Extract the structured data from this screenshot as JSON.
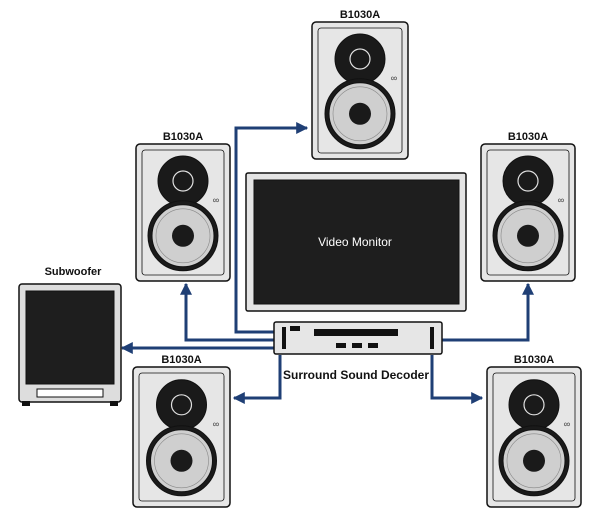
{
  "colors": {
    "cable": "#1f3f75",
    "outline": "#111111",
    "body_fill": "#e2e2e2",
    "screen": "#1e1e1e",
    "cone": "#c8c8c8"
  },
  "speakers": {
    "center": {
      "label": "B1030A"
    },
    "front_left": {
      "label": "B1030A"
    },
    "front_right": {
      "label": "B1030A"
    },
    "rear_left": {
      "label": "B1030A"
    },
    "rear_right": {
      "label": "B1030A"
    }
  },
  "subwoofer": {
    "label": "Subwoofer"
  },
  "monitor": {
    "label": "Video Monitor"
  },
  "decoder": {
    "label": "Surround Sound Decoder"
  },
  "logo_mark": "∞"
}
